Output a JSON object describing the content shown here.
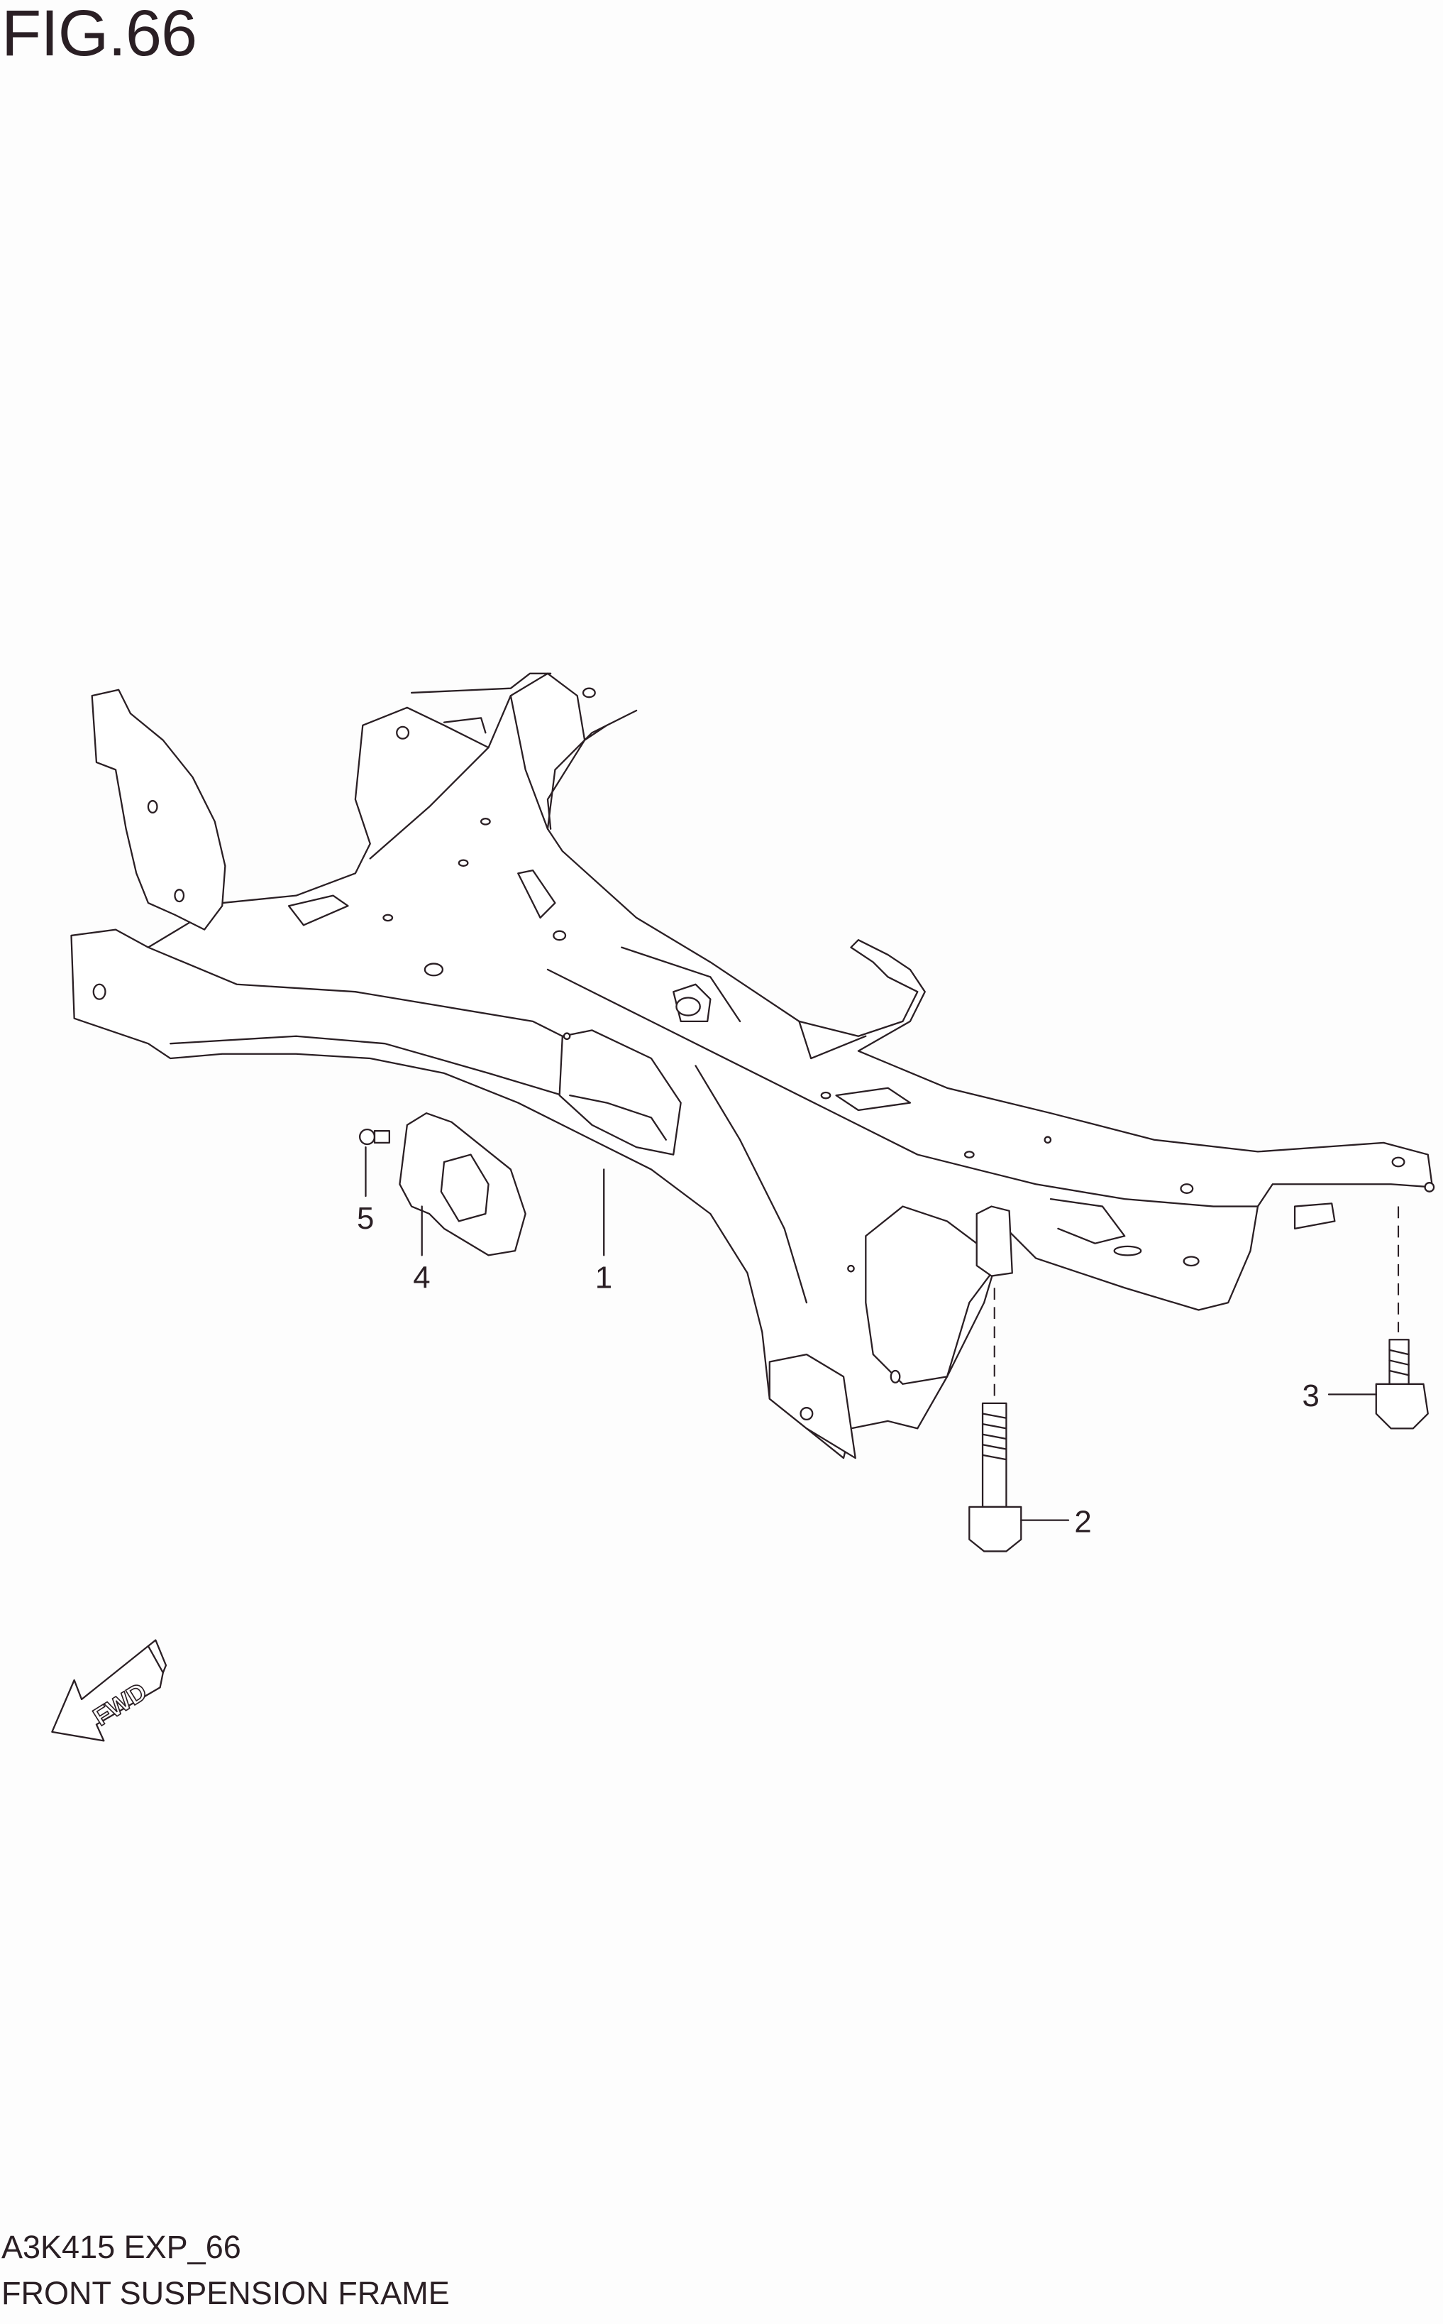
{
  "figure": {
    "title": "FIG.66",
    "code": "A3K415 EXP_66",
    "name": "FRONT SUSPENSION FRAME"
  },
  "callouts": [
    "1",
    "2",
    "3",
    "4",
    "5"
  ],
  "fwd_arrow": {
    "label": "FWD"
  },
  "colors": {
    "ink": "#2a1f24",
    "background": "#fdfdfd"
  }
}
